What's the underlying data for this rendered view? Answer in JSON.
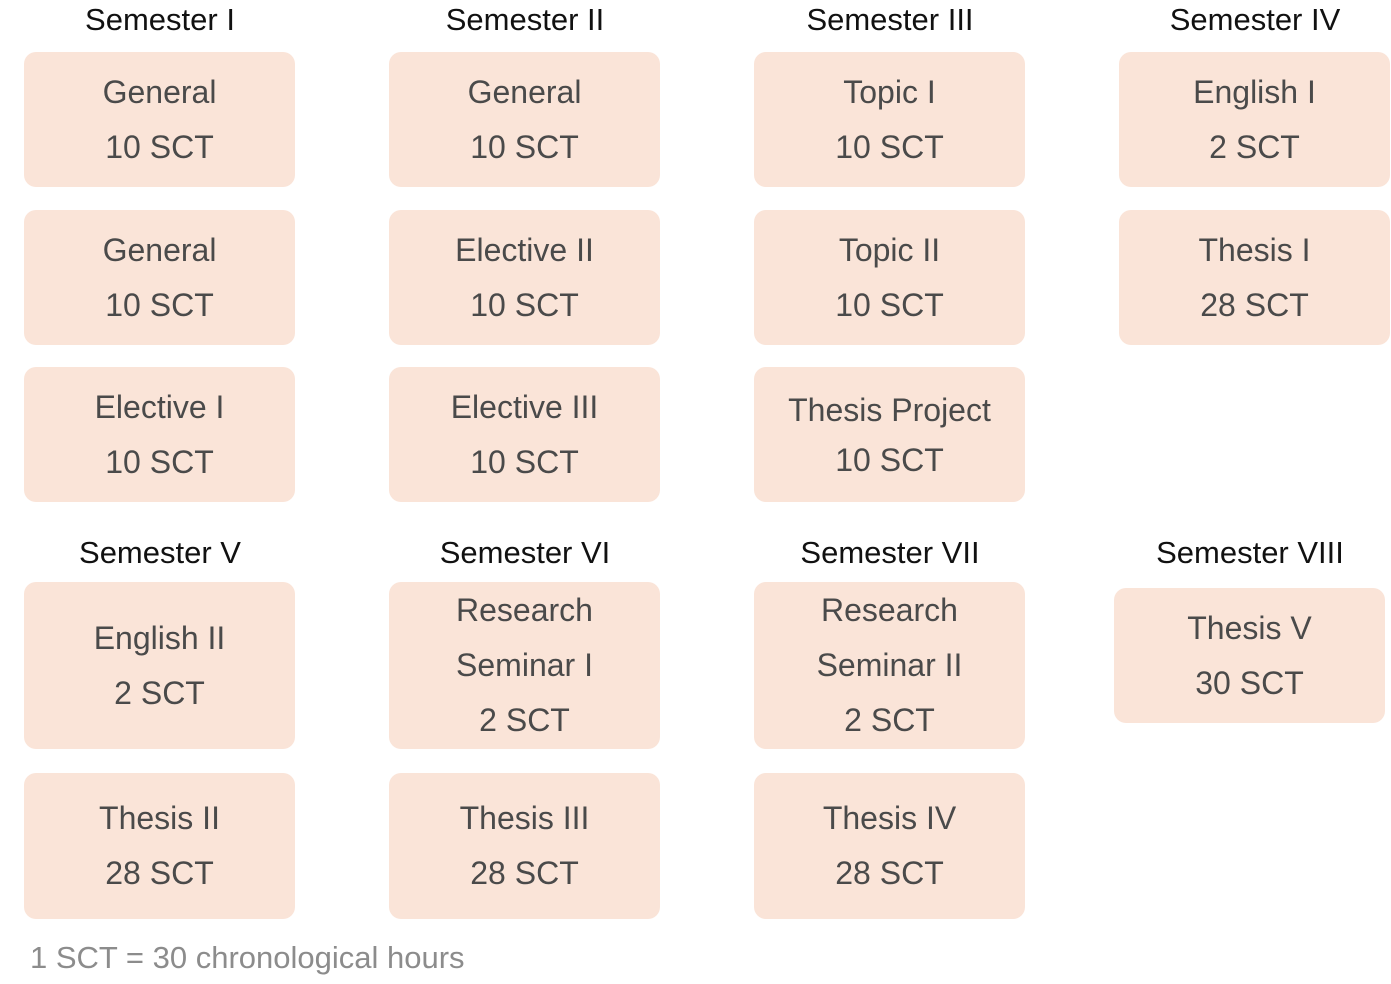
{
  "semesters": [
    {
      "title": "Semester I",
      "courses": [
        {
          "name": "General",
          "credits": "10 SCT"
        },
        {
          "name": "General",
          "credits": "10 SCT"
        },
        {
          "name": "Elective I",
          "credits": "10 SCT"
        }
      ]
    },
    {
      "title": "Semester II",
      "courses": [
        {
          "name": "General",
          "credits": "10 SCT"
        },
        {
          "name": "Elective II",
          "credits": "10 SCT"
        },
        {
          "name": "Elective III",
          "credits": "10 SCT"
        }
      ]
    },
    {
      "title": "Semester III",
      "courses": [
        {
          "name": "Topic I",
          "credits": "10 SCT"
        },
        {
          "name": "Topic II",
          "credits": "10 SCT"
        },
        {
          "name": "Thesis Project",
          "credits": "10 SCT"
        }
      ]
    },
    {
      "title": "Semester IV",
      "courses": [
        {
          "name": "English I",
          "credits": "2 SCT"
        },
        {
          "name": "Thesis I",
          "credits": "28 SCT"
        }
      ]
    },
    {
      "title": "Semester V",
      "courses": [
        {
          "name": "English II",
          "credits": "2 SCT"
        },
        {
          "name": "Thesis II",
          "credits": "28 SCT"
        }
      ]
    },
    {
      "title": "Semester VI",
      "courses": [
        {
          "name_line1": "Research",
          "name_line2": "Seminar I",
          "credits": "2 SCT"
        },
        {
          "name": "Thesis III",
          "credits": "28 SCT"
        }
      ]
    },
    {
      "title": "Semester VII",
      "courses": [
        {
          "name_line1": "Research",
          "name_line2": "Seminar II",
          "credits": "2 SCT"
        },
        {
          "name": "Thesis IV",
          "credits": "28 SCT"
        }
      ]
    },
    {
      "title": "Semester VIII",
      "courses": [
        {
          "name": "Thesis V",
          "credits": "30 SCT"
        }
      ]
    }
  ],
  "footnote": "1 SCT = 30 chronological hours",
  "colors": {
    "card_fill": "#fae4d8",
    "card_text": "#4a4a4a",
    "title_text": "#111111",
    "footnote_text": "#8c8c8c"
  }
}
